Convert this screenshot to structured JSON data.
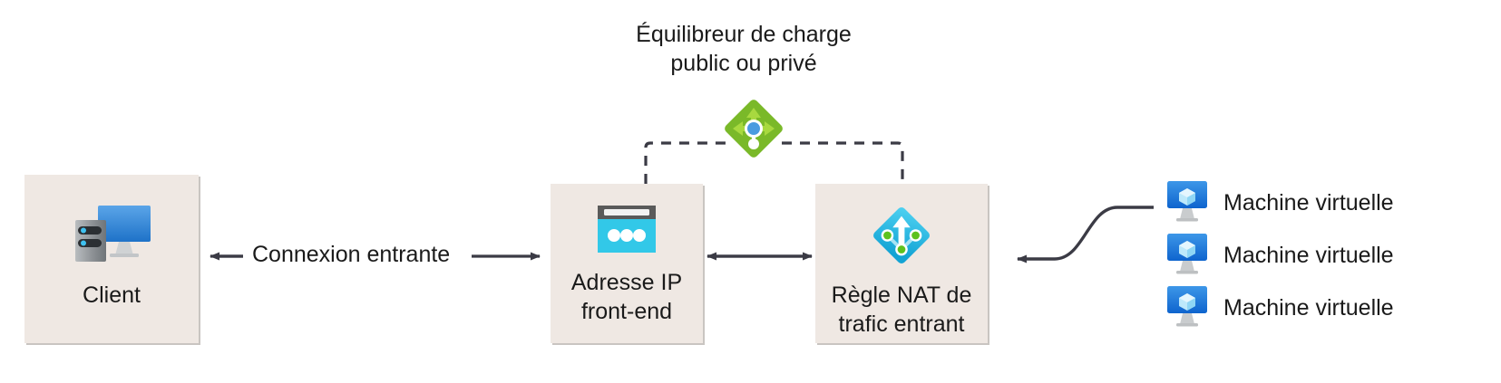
{
  "diagram": {
    "title": "Équilibreur de charge\npublic ou privé",
    "load_balancer_icon": "load-balancer-icon",
    "nodes": [
      {
        "id": "client",
        "label": "Client",
        "icon": "client-workstation-icon"
      },
      {
        "id": "frontend-ip",
        "label": "Adresse IP\nfront-end",
        "icon": "public-ip-address-icon"
      },
      {
        "id": "nat-rule",
        "label": "Règle NAT de\ntrafic entrant",
        "icon": "inbound-nat-rule-icon"
      }
    ],
    "edges": [
      {
        "id": "client-to-frontend",
        "label": "Connexion entrante"
      },
      {
        "id": "frontend-to-nat",
        "label": ""
      },
      {
        "id": "nat-to-vm",
        "label": ""
      }
    ],
    "virtual_machines": [
      {
        "label": "Machine virtuelle",
        "icon": "virtual-machine-icon"
      },
      {
        "label": "Machine virtuelle",
        "icon": "virtual-machine-icon"
      },
      {
        "label": "Machine virtuelle",
        "icon": "virtual-machine-icon"
      }
    ],
    "colors": {
      "box_fill": "#EFE8E3",
      "box_shadow": "#c9c5c1",
      "load_balancer_green": "#7AB929",
      "load_balancer_blue": "#4A9BE0",
      "public_ip_cyan": "#32C8E8",
      "public_ip_gray": "#5A5A5A",
      "nat_cyan": "#32C8E8",
      "nat_green": "#5DC21E",
      "vm_blue": "#1B81E5",
      "vm_cube": "#9FE0FA",
      "arrow_dark": "#3B3B45",
      "text": "#1a1a1a",
      "background": "#ffffff"
    }
  }
}
